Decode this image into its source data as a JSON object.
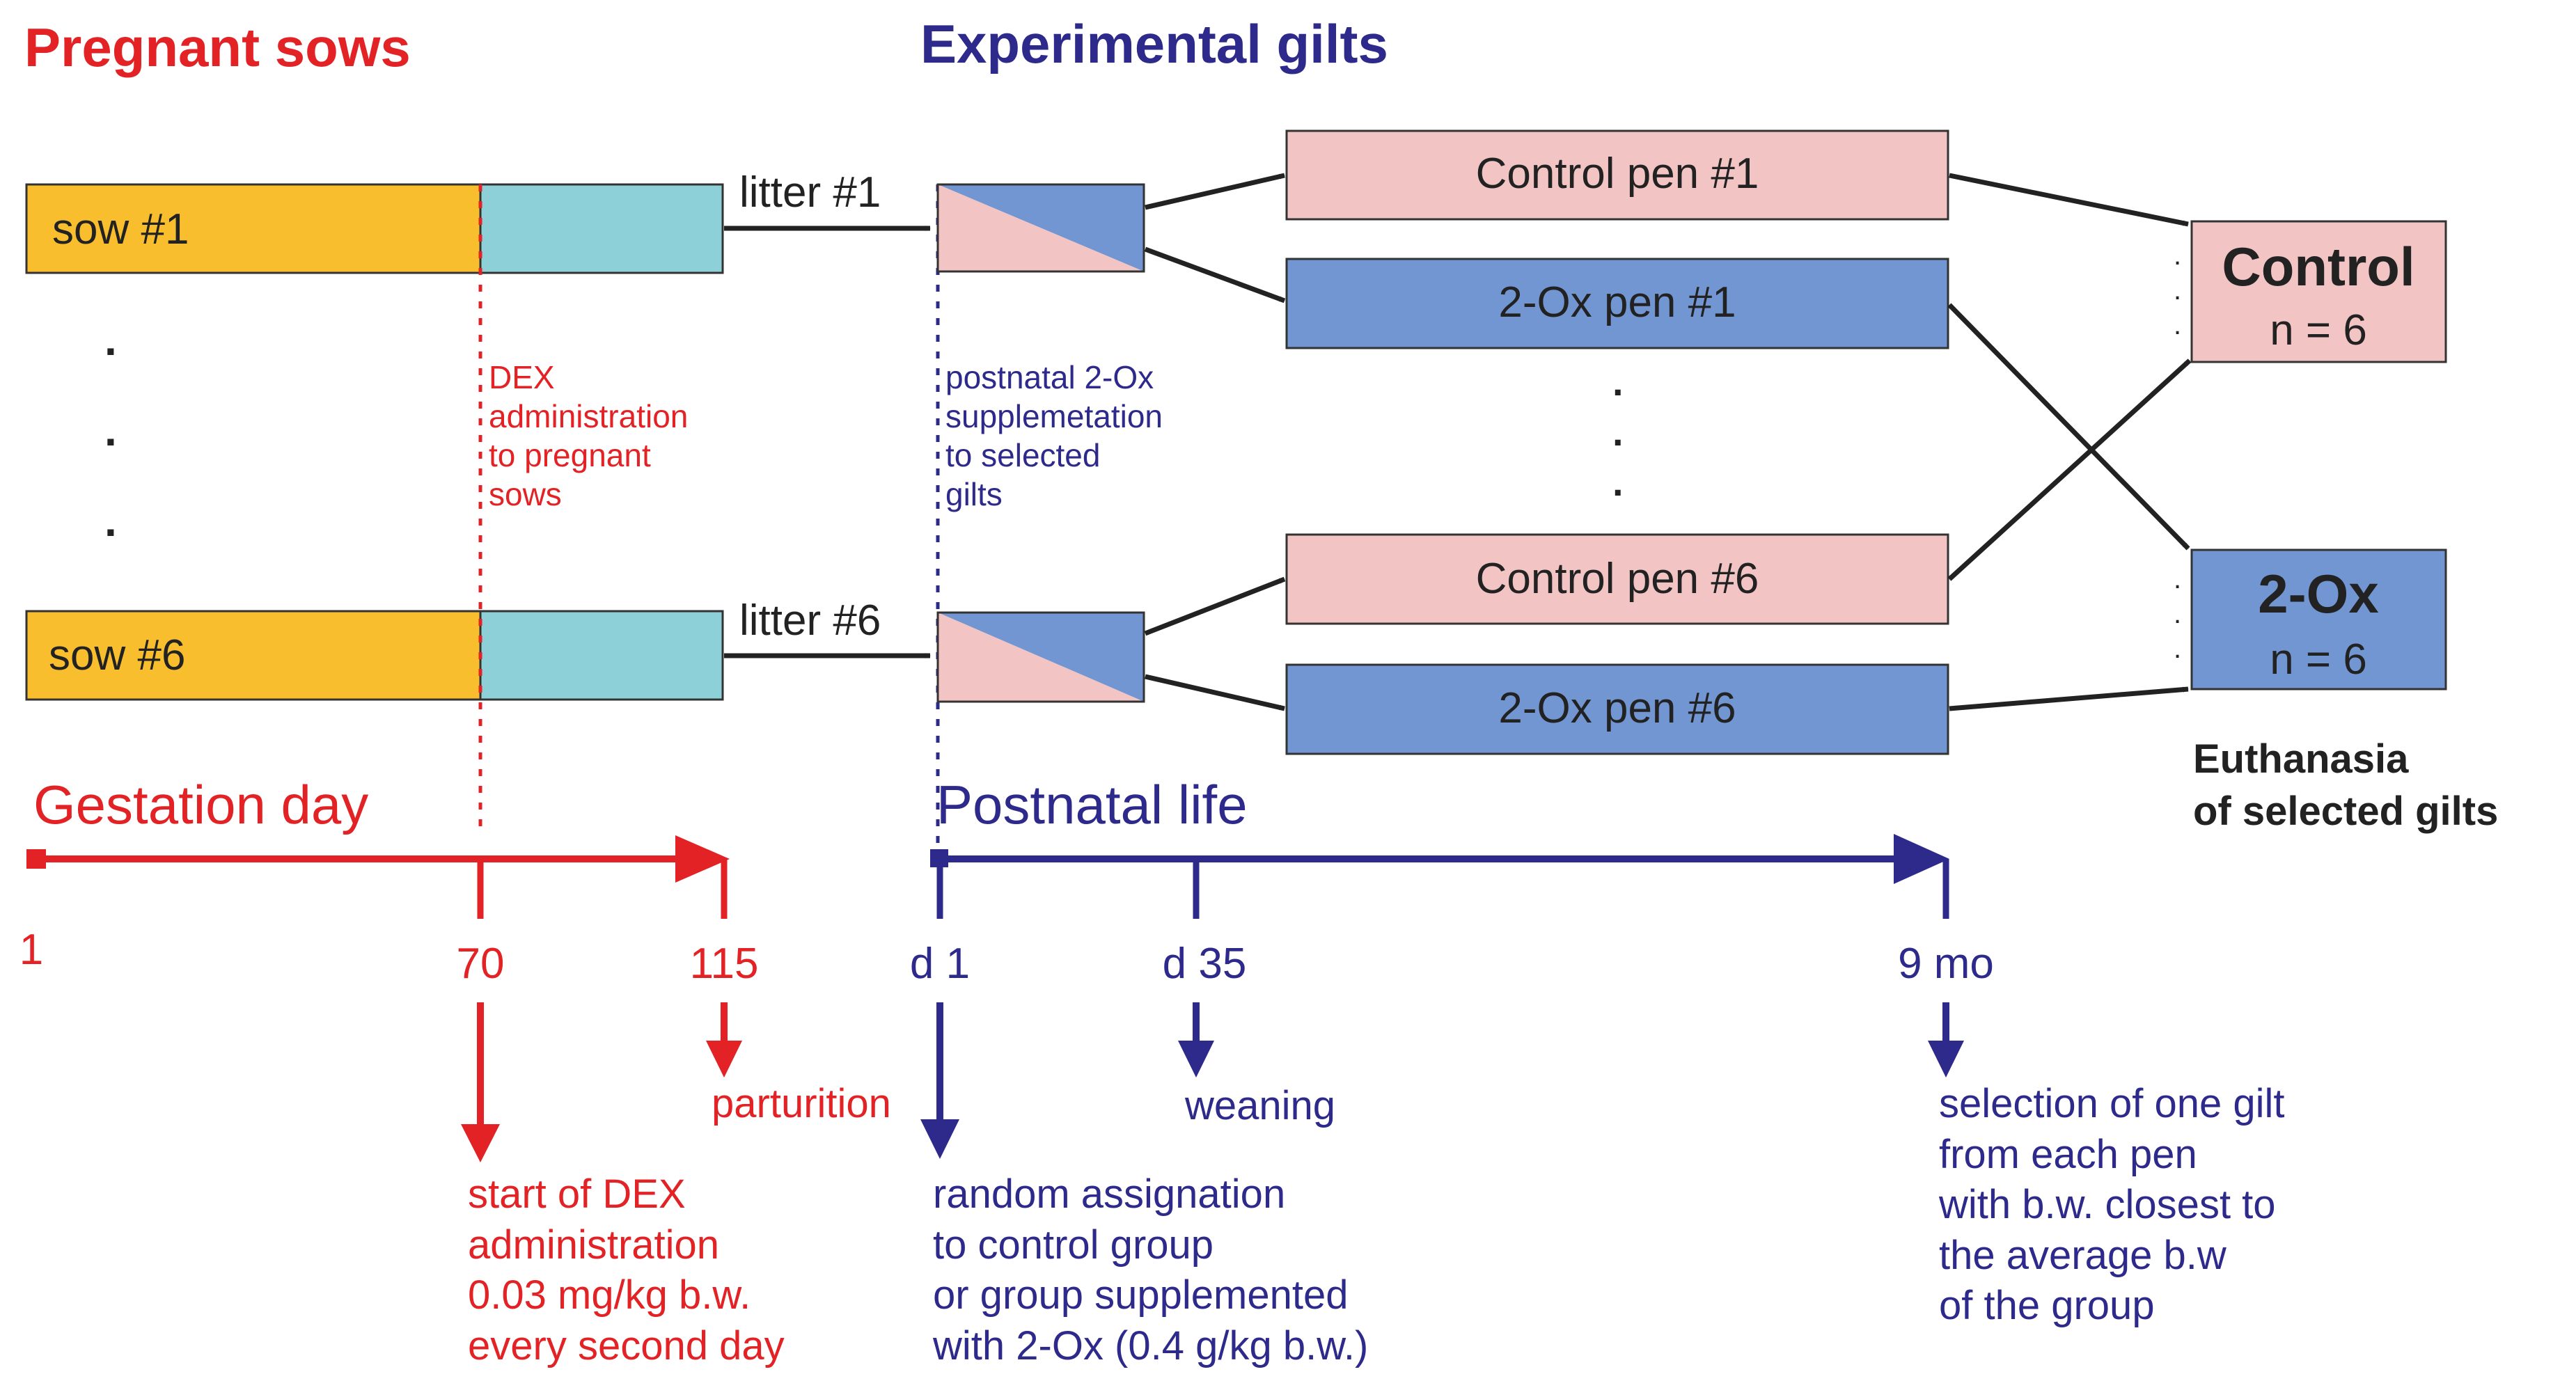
{
  "headers": {
    "pregnant_sows": "Pregnant sows",
    "experimental_gilts": "Experimental gilts"
  },
  "sows": {
    "first": "sow #1",
    "last": "sow #6",
    "dots": ".",
    "litter_first": "litter #1",
    "litter_last": "litter #6"
  },
  "dex_note": [
    "DEX",
    "administration",
    "to pregnant",
    "sows"
  ],
  "postnatal_note": [
    "postnatal 2-Ox",
    "supplemetation",
    "to selected",
    "gilts"
  ],
  "pens": {
    "control_first": "Control pen #1",
    "ox_first": "2-Ox pen #1",
    "control_last": "Control pen #6",
    "ox_last": "2-Ox pen #6",
    "dots": "."
  },
  "groups": {
    "control_title": "Control",
    "control_n": "n = 6",
    "ox_title": "2-Ox",
    "ox_n": "n = 6"
  },
  "euthanasia": [
    "Euthanasia",
    "of selected gilts"
  ],
  "gestation": {
    "title": "Gestation day",
    "tick_1": "1",
    "tick_70": "70",
    "tick_115": "115",
    "parturition": "parturition",
    "dex_start": [
      "start of DEX",
      "administration",
      "0.03 mg/kg b.w.",
      "every second day"
    ]
  },
  "postnatal": {
    "title": "Postnatal life",
    "tick_d1": "d 1",
    "tick_d35": "d 35",
    "tick_9mo": "9 mo",
    "weaning": "weaning",
    "random": [
      "random assignation",
      "to control group",
      "or group supplemented",
      "with 2-Ox (0.4 g/kg b.w.)"
    ],
    "selection": [
      "selection of one gilt",
      "from each pen",
      "with b.w. closest to",
      "the average b.w",
      "of the group"
    ]
  },
  "colors": {
    "red": "#e32226",
    "navy": "#2e2a8c",
    "orange": "#f8be2e",
    "teal": "#8ed0d8",
    "pink": "#f2c4c4",
    "blue": "#7196d2",
    "black": "#222222"
  }
}
